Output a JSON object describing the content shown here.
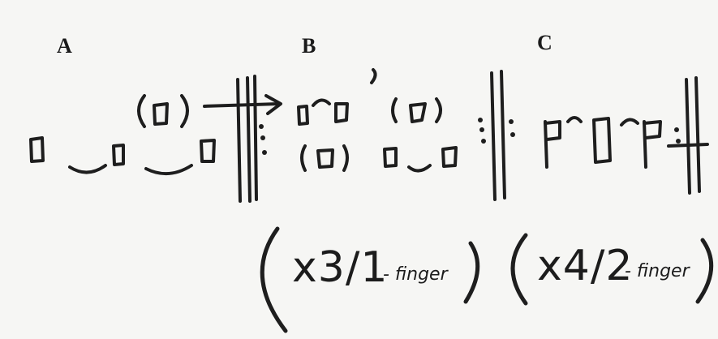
{
  "labels": {
    "a": "A",
    "b": "B",
    "c": "C"
  },
  "annotations": {
    "b_repeat_count": "x3/1",
    "b_repeat_unit": "- finger",
    "c_repeat_count": "x4/2",
    "c_repeat_unit": "- finger"
  },
  "ink_color": "#1e1e1e"
}
